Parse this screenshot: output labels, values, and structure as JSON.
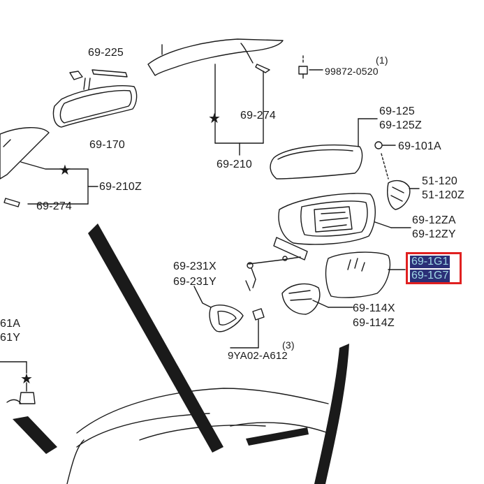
{
  "parts": {
    "p69_225": "69-225",
    "p69_170": "69-170",
    "star_symbol": "★",
    "p69_274_top": "69-274",
    "p69_210": "69-210",
    "p99872": "99872-0520",
    "ref1": "(1)",
    "p69_125": "69-125",
    "p69_125Z": "69-125Z",
    "p69_101A": "69-101A",
    "p51_120": "51-120",
    "p51_120Z": "51-120Z",
    "p69_210Z": "69-210Z",
    "p69_274_left": "69-274",
    "p69_12ZA": "69-12ZA",
    "p69_12ZY": "69-12ZY",
    "p69_1G1": "69-1G1",
    "p69_1G7": "69-1G7",
    "p69_231X": "69-231X",
    "p69_231Y": "69-231Y",
    "p69_114X": "69-114X",
    "p69_114Z": "69-114Z",
    "p9YA02": "9YA02-A612",
    "ref3": "(3)",
    "p61A": "61A",
    "p61Y": "61Y"
  },
  "colors": {
    "line": "#1a1a1a",
    "highlight_border": "#e02020",
    "highlight_bg": "#2b2f77",
    "highlight_text": "#9fd8e6"
  }
}
